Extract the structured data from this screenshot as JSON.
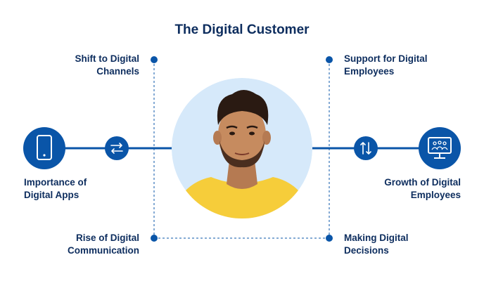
{
  "title": "The Digital Customer",
  "labels": {
    "shift": [
      "Shift to Digital",
      "Channels"
    ],
    "support": [
      "Support for Digital",
      "Employees"
    ],
    "importance": [
      "Importance of",
      "Digital Apps"
    ],
    "growth": [
      "Growth of Digital",
      "Employees"
    ],
    "rise": [
      "Rise of Digital",
      "Communication"
    ],
    "making": [
      "Making Digital",
      "Decisions"
    ]
  },
  "icons": {
    "left_main": "smartphone-icon",
    "left_small": "swap-horizontal-arrows-icon",
    "right_small": "swap-vertical-arrows-icon",
    "right_main": "monitor-people-icon",
    "center": "customer-portrait"
  },
  "colors": {
    "primary": "#0a55a8",
    "text": "#0d2d5e",
    "portrait_bg": "#d6e9fa",
    "shirt": "#f6cd3a"
  }
}
